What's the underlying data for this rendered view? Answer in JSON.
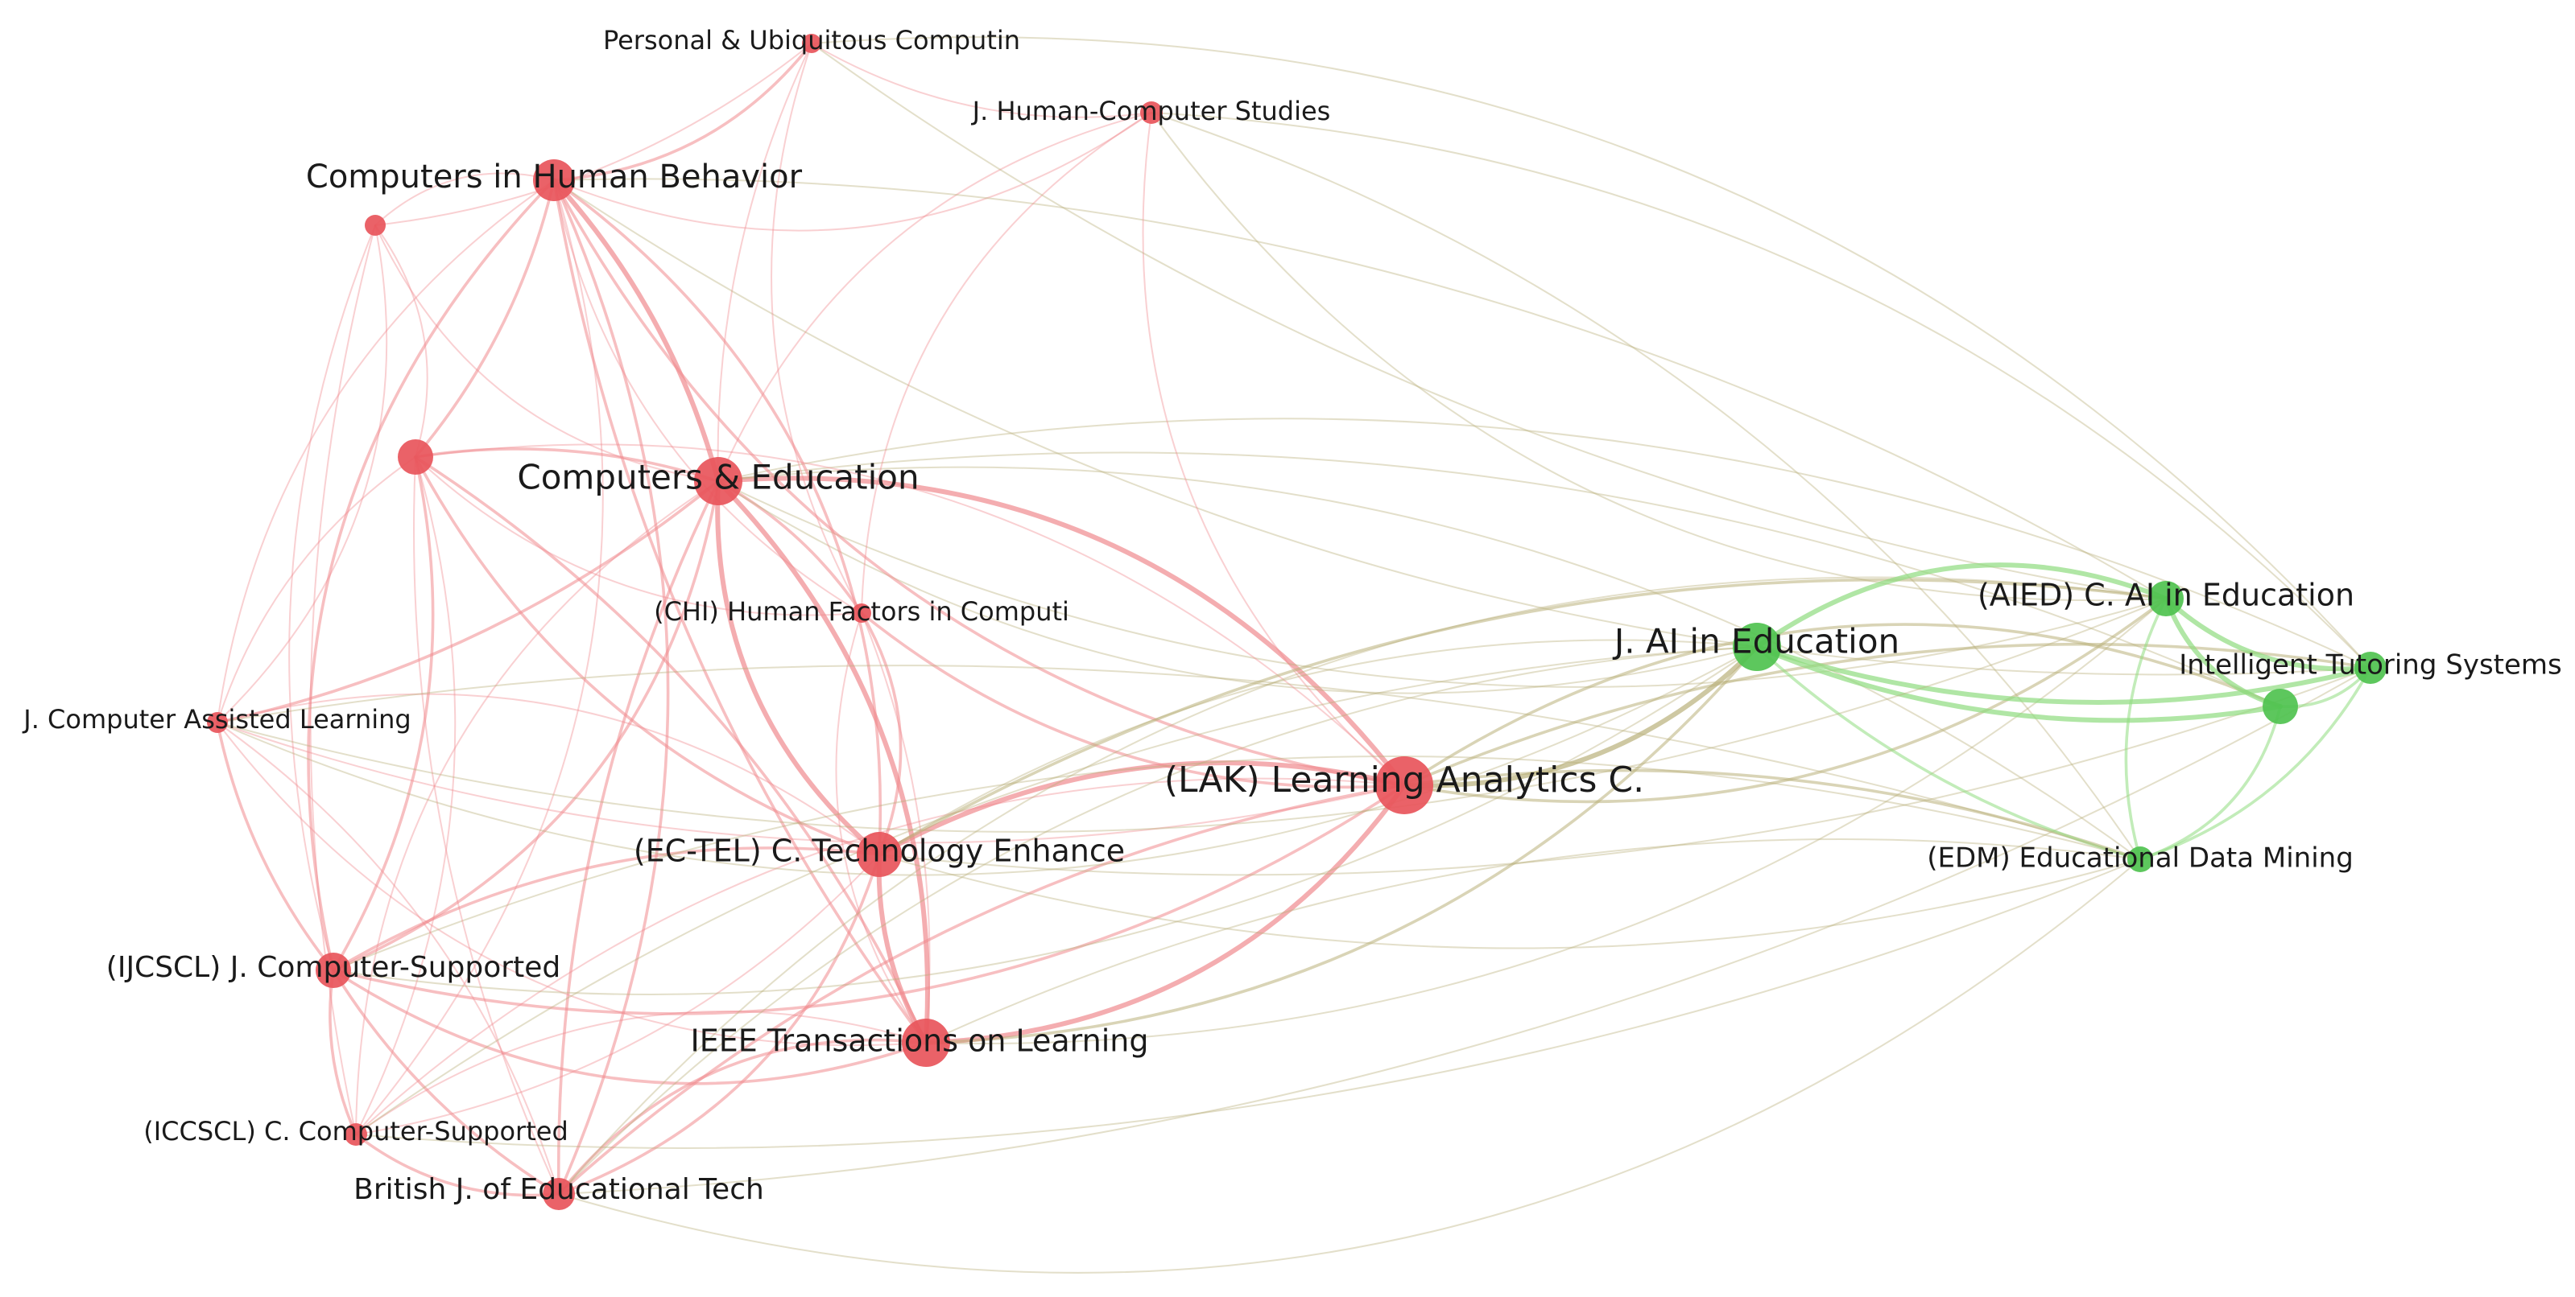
{
  "colors": {
    "cluster_red": "#e8555b",
    "cluster_red_edge": "#f08a8e",
    "cluster_green": "#4fc24f",
    "cluster_green_edge": "#8fdc7f",
    "mixed_edge": "#b9b07a",
    "label": "#1a1a1a",
    "background": "#ffffff"
  },
  "chart_data": {
    "type": "network",
    "nodes": [
      {
        "id": "pers",
        "label": "Personal & Ubiquitous Computin",
        "cluster": "red",
        "weight": 1
      },
      {
        "id": "jhcs",
        "label": "J. Human-Computer Studies",
        "cluster": "red",
        "weight": 1
      },
      {
        "id": "chb",
        "label": "Computers in Human Behavior",
        "cluster": "red",
        "weight": 3
      },
      {
        "id": "u1",
        "label": "",
        "cluster": "red",
        "weight": 1
      },
      {
        "id": "u2",
        "label": "",
        "cluster": "red",
        "weight": 2
      },
      {
        "id": "ce",
        "label": "Computers & Education",
        "cluster": "red",
        "weight": 4
      },
      {
        "id": "chi",
        "label": "(CHI) Human Factors in Computi",
        "cluster": "red",
        "weight": 1
      },
      {
        "id": "jcal",
        "label": "J. Computer Assisted Learning",
        "cluster": "red",
        "weight": 1
      },
      {
        "id": "lak",
        "label": "(LAK) Learning Analytics C.",
        "cluster": "red",
        "weight": 5
      },
      {
        "id": "ectel",
        "label": "(EC-TEL) C. Technology Enhance",
        "cluster": "red",
        "weight": 3
      },
      {
        "id": "ijcscl",
        "label": "(IJCSCL) J. Computer-Supported",
        "cluster": "red",
        "weight": 2
      },
      {
        "id": "ieee",
        "label": "IEEE Transactions on Learning",
        "cluster": "red",
        "weight": 3
      },
      {
        "id": "iccscl",
        "label": "(ICCSCL) C. Computer-Supported",
        "cluster": "red",
        "weight": 1
      },
      {
        "id": "bjet",
        "label": "British J. of Educational Tech",
        "cluster": "red",
        "weight": 2
      },
      {
        "id": "jaied",
        "label": "J. AI in Education",
        "cluster": "green",
        "weight": 4
      },
      {
        "id": "aied",
        "label": "(AIED) C. AI in Education",
        "cluster": "green",
        "weight": 2
      },
      {
        "id": "its",
        "label": "Intelligent Tutoring Systems",
        "cluster": "green",
        "weight": 2
      },
      {
        "id": "u3",
        "label": "",
        "cluster": "green",
        "weight": 2
      },
      {
        "id": "edm",
        "label": "(EDM) Educational Data Mining",
        "cluster": "green",
        "weight": 1
      }
    ],
    "edges": [
      [
        "ce",
        "chb",
        3
      ],
      [
        "ce",
        "lak",
        3
      ],
      [
        "ce",
        "ectel",
        3
      ],
      [
        "ce",
        "ieee",
        3
      ],
      [
        "ce",
        "u2",
        2
      ],
      [
        "ce",
        "ijcscl",
        2
      ],
      [
        "ce",
        "bjet",
        2
      ],
      [
        "ce",
        "jcal",
        2
      ],
      [
        "ce",
        "chi",
        2
      ],
      [
        "ce",
        "pers",
        1
      ],
      [
        "ce",
        "jhcs",
        1
      ],
      [
        "ce",
        "iccscl",
        1
      ],
      [
        "ce",
        "u1",
        1
      ],
      [
        "ce",
        "jaied",
        1
      ],
      [
        "ce",
        "aied",
        1
      ],
      [
        "ce",
        "its",
        1
      ],
      [
        "ce",
        "edm",
        1
      ],
      [
        "ce",
        "u3",
        1
      ],
      [
        "chb",
        "u2",
        2
      ],
      [
        "chb",
        "lak",
        2
      ],
      [
        "chb",
        "ectel",
        2
      ],
      [
        "chb",
        "ieee",
        2
      ],
      [
        "chb",
        "ijcscl",
        2
      ],
      [
        "chb",
        "bjet",
        2
      ],
      [
        "chb",
        "jcal",
        1
      ],
      [
        "chb",
        "pers",
        2
      ],
      [
        "chb",
        "jhcs",
        1
      ],
      [
        "chb",
        "u1",
        1
      ],
      [
        "chb",
        "chi",
        1
      ],
      [
        "chb",
        "iccscl",
        1
      ],
      [
        "chb",
        "aied",
        1
      ],
      [
        "chb",
        "its",
        1
      ],
      [
        "lak",
        "ectel",
        3
      ],
      [
        "lak",
        "ieee",
        3
      ],
      [
        "lak",
        "jaied",
        3
      ],
      [
        "lak",
        "aied",
        2
      ],
      [
        "lak",
        "edm",
        2
      ],
      [
        "lak",
        "its",
        2
      ],
      [
        "lak",
        "u3",
        2
      ],
      [
        "lak",
        "ijcscl",
        2
      ],
      [
        "lak",
        "bjet",
        2
      ],
      [
        "lak",
        "chi",
        2
      ],
      [
        "lak",
        "jcal",
        1
      ],
      [
        "lak",
        "u2",
        1
      ],
      [
        "lak",
        "jhcs",
        1
      ],
      [
        "lak",
        "iccscl",
        1
      ],
      [
        "ectel",
        "ieee",
        3
      ],
      [
        "ectel",
        "ijcscl",
        2
      ],
      [
        "ectel",
        "bjet",
        2
      ],
      [
        "ectel",
        "u2",
        2
      ],
      [
        "ectel",
        "chi",
        2
      ],
      [
        "ectel",
        "jcal",
        1
      ],
      [
        "ectel",
        "iccscl",
        1
      ],
      [
        "ectel",
        "jaied",
        1
      ],
      [
        "ectel",
        "aied",
        2
      ],
      [
        "ectel",
        "edm",
        1
      ],
      [
        "ectel",
        "its",
        1
      ],
      [
        "ieee",
        "ijcscl",
        2
      ],
      [
        "ieee",
        "bjet",
        2
      ],
      [
        "ieee",
        "u2",
        2
      ],
      [
        "ieee",
        "jcal",
        1
      ],
      [
        "ieee",
        "iccscl",
        1
      ],
      [
        "ieee",
        "jaied",
        2
      ],
      [
        "ieee",
        "edm",
        1
      ],
      [
        "ieee",
        "aied",
        1
      ],
      [
        "ieee",
        "chi",
        1
      ],
      [
        "ijcscl",
        "iccscl",
        2
      ],
      [
        "ijcscl",
        "bjet",
        2
      ],
      [
        "ijcscl",
        "jcal",
        2
      ],
      [
        "ijcscl",
        "u2",
        2
      ],
      [
        "ijcscl",
        "u1",
        1
      ],
      [
        "ijcscl",
        "edm",
        1
      ],
      [
        "ijcscl",
        "jaied",
        1
      ],
      [
        "bjet",
        "iccscl",
        2
      ],
      [
        "bjet",
        "jcal",
        1
      ],
      [
        "bjet",
        "u2",
        1
      ],
      [
        "bjet",
        "jaied",
        1
      ],
      [
        "bjet",
        "edm",
        1
      ],
      [
        "bjet",
        "its",
        1
      ],
      [
        "bjet",
        "aied",
        1
      ],
      [
        "u2",
        "jcal",
        1
      ],
      [
        "u2",
        "u1",
        1
      ],
      [
        "u2",
        "chi",
        1
      ],
      [
        "u2",
        "iccscl",
        1
      ],
      [
        "chi",
        "jhcs",
        1
      ],
      [
        "chi",
        "pers",
        1
      ],
      [
        "chi",
        "ieee",
        1
      ],
      [
        "jhcs",
        "pers",
        1
      ],
      [
        "jhcs",
        "its",
        1
      ],
      [
        "jhcs",
        "aied",
        1
      ],
      [
        "jhcs",
        "edm",
        1
      ],
      [
        "pers",
        "u1",
        1
      ],
      [
        "pers",
        "its",
        1
      ],
      [
        "pers",
        "aied",
        1
      ],
      [
        "jaied",
        "aied",
        3
      ],
      [
        "jaied",
        "its",
        3
      ],
      [
        "jaied",
        "u3",
        3
      ],
      [
        "jaied",
        "edm",
        2
      ],
      [
        "aied",
        "its",
        3
      ],
      [
        "aied",
        "u3",
        3
      ],
      [
        "aied",
        "edm",
        2
      ],
      [
        "its",
        "u3",
        2
      ],
      [
        "its",
        "edm",
        2
      ],
      [
        "u3",
        "edm",
        2
      ],
      [
        "iccscl",
        "edm",
        1
      ],
      [
        "iccscl",
        "jaied",
        1
      ],
      [
        "jcal",
        "jaied",
        1
      ],
      [
        "jcal",
        "edm",
        1
      ],
      [
        "jcal",
        "aied",
        1
      ],
      [
        "u1",
        "jcal",
        1
      ],
      [
        "u1",
        "iccscl",
        1
      ]
    ]
  }
}
